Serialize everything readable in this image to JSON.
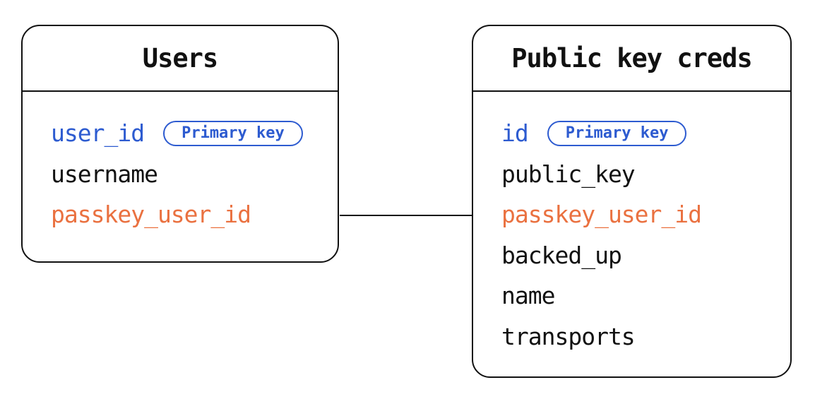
{
  "diagram_type": "entity-relationship",
  "colors": {
    "blue": "#2d5bd0",
    "orange": "#ea7140",
    "ink": "#111111",
    "background": "#ffffff"
  },
  "tables": [
    {
      "name": "Users",
      "fields": [
        {
          "name": "user_id",
          "badge": "Primary key",
          "color": "blue"
        },
        {
          "name": "username",
          "color": "ink"
        },
        {
          "name": "passkey_user_id",
          "color": "orange"
        }
      ]
    },
    {
      "name": "Public key creds",
      "fields": [
        {
          "name": "id",
          "badge": "Primary key",
          "color": "blue"
        },
        {
          "name": "public_key",
          "color": "ink"
        },
        {
          "name": "passkey_user_id",
          "color": "orange"
        },
        {
          "name": "backed_up",
          "color": "ink"
        },
        {
          "name": "name",
          "color": "ink"
        },
        {
          "name": "transports",
          "color": "ink"
        }
      ]
    }
  ],
  "relationship": {
    "from": "Users.passkey_user_id",
    "to": "Public key creds.passkey_user_id"
  }
}
